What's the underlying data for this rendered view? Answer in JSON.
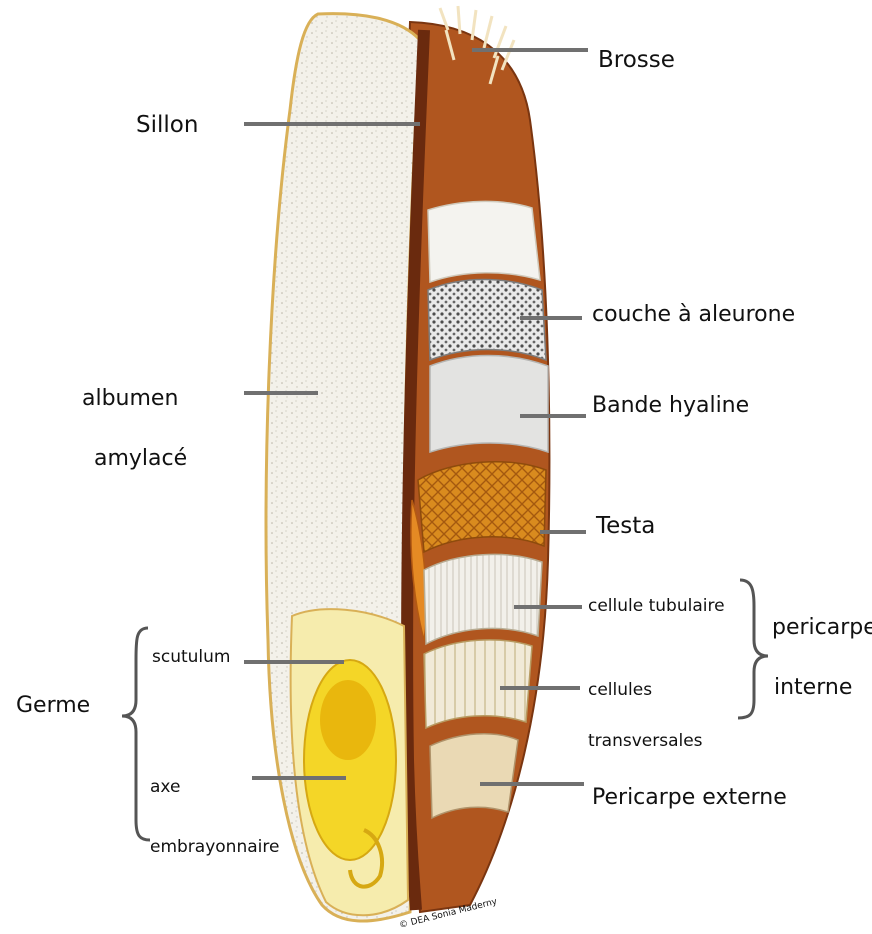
{
  "labels": {
    "brosse": "Brosse",
    "sillon": "Sillon",
    "couche_aleurone": "couche à aleurone",
    "albumen_1": "albumen",
    "albumen_2": "amylacé",
    "bande_hyaline": "Bande hyaline",
    "testa": "Testa",
    "cellule_tubulaire": "cellule tubulaire",
    "pericarpe_interne_1": "pericarpe",
    "pericarpe_interne_2": "interne",
    "scutulum": "scutulum",
    "germe": "Germe",
    "cellules_1": "cellules",
    "cellules_2": "transversales",
    "axe_1": "axe",
    "axe_2": "embrayonnaire",
    "pericarpe_externe": "Pericarpe externe",
    "watermark": "© DEA Sonia Maderny"
  },
  "colors": {
    "seed_outline": "#d9b057",
    "albumen": "#f3f1ea",
    "bran_brown": "#a8501c",
    "dark_furrow": "#6a2a0e",
    "aleurone": "#9a9a9a",
    "hyaline": "#e6e6e6",
    "testa": "#d4881f",
    "germ_yellow": "#f4d627",
    "scutulum": "#f6ecad"
  }
}
